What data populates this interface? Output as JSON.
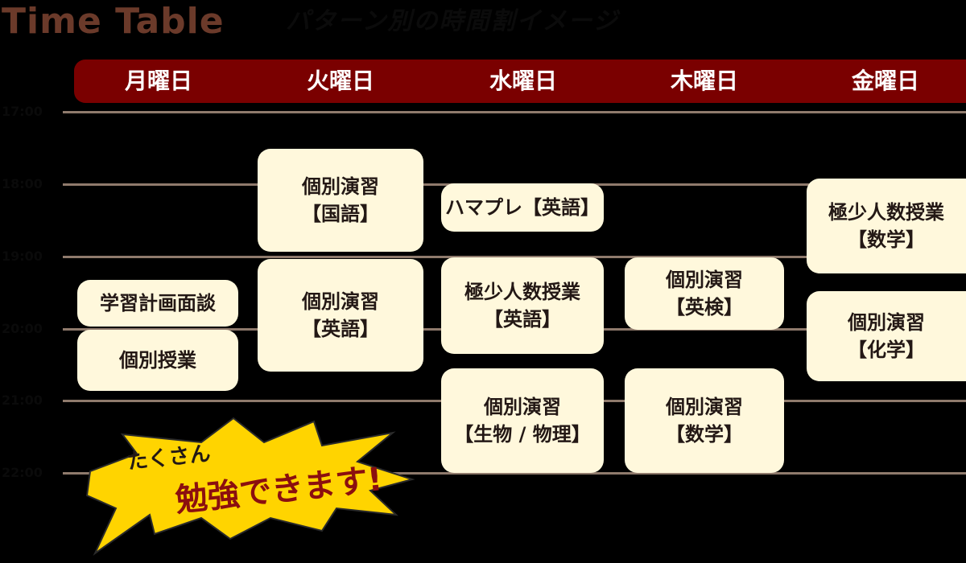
{
  "title": "Time Table",
  "subtitle": "パターン別の時間割イメージ",
  "days": [
    "月曜日",
    "火曜日",
    "水曜日",
    "木曜日",
    "金曜日"
  ],
  "times": [
    "17:00",
    "18:00",
    "19:00",
    "20:00",
    "21:00",
    "22:00"
  ],
  "blocks": {
    "mon": [
      "学習計画面談",
      "個別授業"
    ],
    "tue": [
      "個別演習\n【国語】",
      "個別演習\n【英語】"
    ],
    "wed": [
      "ハマプレ【英語】",
      "極少人数授業\n【英語】",
      "個別演習\n【生物 / 物理】"
    ],
    "thu": [
      "個別演習\n【英検】",
      "個別演習\n【数学】"
    ],
    "fri": [
      "極少人数授業\n【数学】",
      "個別演習\n【化学】"
    ]
  },
  "callout": {
    "line1": "たくさん",
    "line2": "勉強できます!"
  },
  "colors": {
    "background": "#000000",
    "header": "#7a0000",
    "block": "#fff8dc",
    "title": "#6b3a2a",
    "callout_fill": "#ffd400",
    "callout_accent": "#8b0f0f",
    "timeline": "#8f7a6c"
  }
}
